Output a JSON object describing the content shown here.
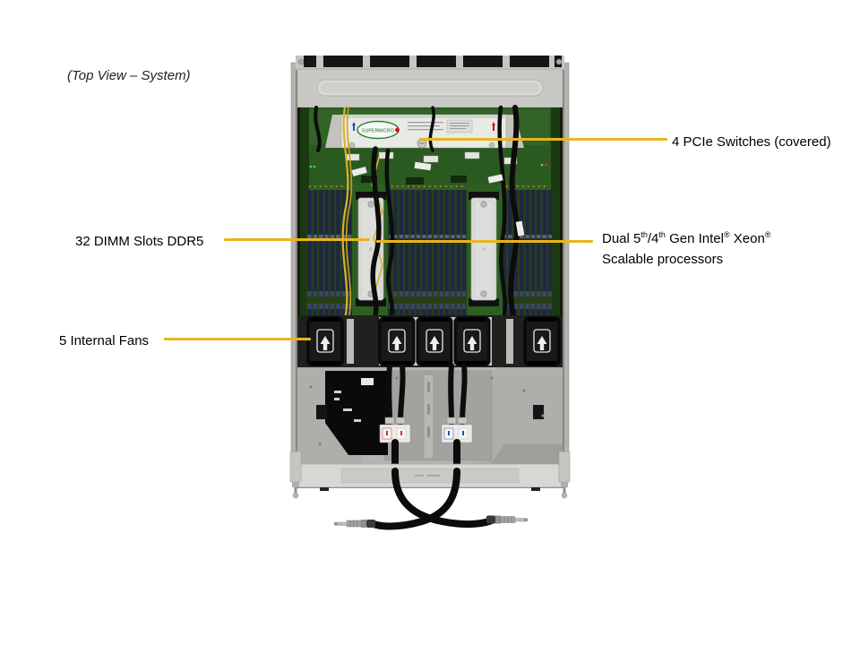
{
  "page": {
    "background": "#ffffff"
  },
  "diagram": {
    "view_label": "(Top View – System)",
    "callout_line_color": "#EBB41C",
    "callouts": {
      "pcie": {
        "label": "4 PCIe Switches (covered)"
      },
      "dimm": {
        "label": "32 DIMM Slots DDR5"
      },
      "fans": {
        "label": "5 Internal Fans"
      },
      "cpu": {
        "p1": "Dual 5",
        "sup1": "th",
        "p2": "/4",
        "sup2": "th",
        "p3": " Gen Intel",
        "sup3": "®",
        "p4": " Xeon",
        "sup4": "®",
        "line2": "Scalable processors"
      }
    }
  },
  "server": {
    "logo_text": "SUPERMICRO"
  }
}
